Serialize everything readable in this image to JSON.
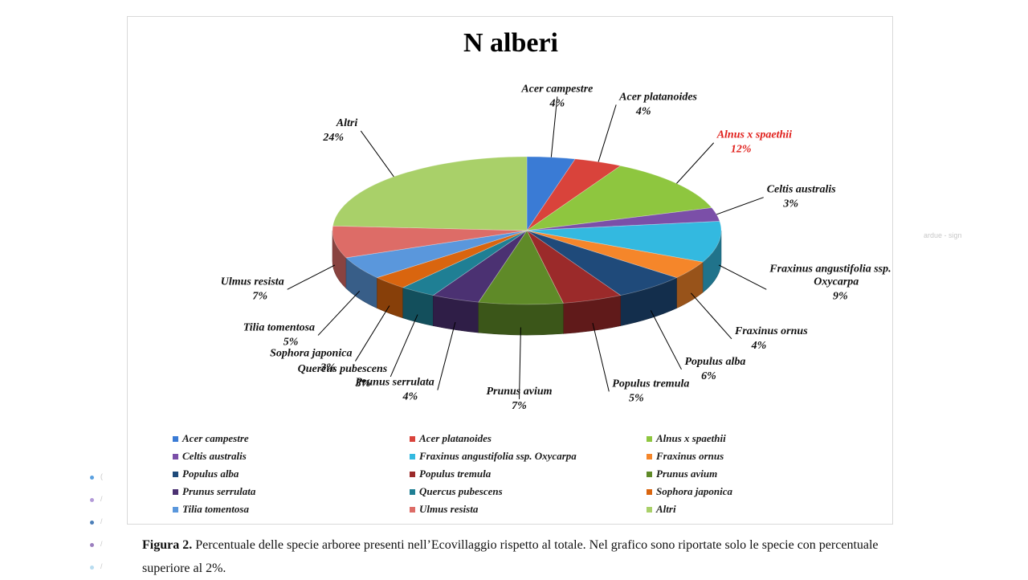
{
  "chart_data": {
    "type": "pie",
    "title": "N alberi",
    "slices": [
      {
        "label": "Acer campestre",
        "pct_label": "4%",
        "value": 4,
        "color": "#3a7bd5"
      },
      {
        "label": "Acer platanoides",
        "pct_label": "4%",
        "value": 4,
        "color": "#d9433b"
      },
      {
        "label": "Alnus x spaethii",
        "pct_label": "12%",
        "value": 12,
        "color": "#8ec63f",
        "label_color": "#e0201c"
      },
      {
        "label": "Celtis australis",
        "pct_label": "3%",
        "value": 3,
        "color": "#7b4fa8"
      },
      {
        "label": "Fraxinus angustifolia ssp. Oxycarpa",
        "pct_label": "9%",
        "value": 9,
        "color": "#33b9e0"
      },
      {
        "label": "Fraxinus ornus",
        "pct_label": "4%",
        "value": 4,
        "color": "#f5862a"
      },
      {
        "label": "Populus alba",
        "pct_label": "6%",
        "value": 6,
        "color": "#1f4a7a"
      },
      {
        "label": "Populus tremula",
        "pct_label": "5%",
        "value": 5,
        "color": "#9b2a2a"
      },
      {
        "label": "Prunus avium",
        "pct_label": "7%",
        "value": 7,
        "color": "#5f8a28"
      },
      {
        "label": "Prunus serrulata",
        "pct_label": "4%",
        "value": 4,
        "color": "#4b3172"
      },
      {
        "label": "Quercus pubescens",
        "pct_label": "3%",
        "value": 3,
        "color": "#1f7f94"
      },
      {
        "label": "Sophora japonica",
        "pct_label": "3%",
        "value": 3,
        "color": "#d9650f"
      },
      {
        "label": "Tilia tomentosa",
        "pct_label": "5%",
        "value": 5,
        "color": "#5a97dc"
      },
      {
        "label": "Ulmus resista",
        "pct_label": "7%",
        "value": 7,
        "color": "#dd6c67"
      },
      {
        "label": "Altri",
        "pct_label": "24%",
        "value": 24,
        "color": "#a9d069"
      }
    ],
    "legend_position": "bottom",
    "data_labels": "category name and percentage"
  },
  "legend": {
    "items": [
      {
        "label": "Acer campestre",
        "color": "#3a7bd5"
      },
      {
        "label": "Acer platanoides",
        "color": "#d9433b"
      },
      {
        "label": "Alnus x spaethii",
        "color": "#8ec63f"
      },
      {
        "label": "Celtis australis",
        "color": "#7b4fa8"
      },
      {
        "label": "Fraxinus angustifolia ssp. Oxycarpa",
        "color": "#33b9e0"
      },
      {
        "label": "Fraxinus ornus",
        "color": "#f5862a"
      },
      {
        "label": "Populus alba",
        "color": "#1f4a7a"
      },
      {
        "label": "Populus tremula",
        "color": "#9b2a2a"
      },
      {
        "label": "Prunus avium",
        "color": "#5f8a28"
      },
      {
        "label": "Prunus serrulata",
        "color": "#4b3172"
      },
      {
        "label": "Quercus pubescens",
        "color": "#1f7f94"
      },
      {
        "label": "Sophora japonica",
        "color": "#d9650f"
      },
      {
        "label": "Tilia tomentosa",
        "color": "#5a97dc"
      },
      {
        "label": "Ulmus resista",
        "color": "#dd6c67"
      },
      {
        "label": "Altri",
        "color": "#a9d069"
      }
    ]
  },
  "caption": {
    "label": "Figura 2.",
    "text": "Percentuale delle specie arboree presenti nell’Ecovillaggio rispetto al totale. Nel grafico sono riportate solo le specie con percentuale superiore al 2%."
  },
  "ghost": {
    "right_text": "ardue - sign",
    "bullet_colors": [
      "#5aa0e0",
      "#b39ad8",
      "#4c7fb8",
      "#9b7fbf",
      "#b8dcf0"
    ],
    "bullet_marks": [
      "(",
      "/",
      "/",
      "/",
      "/"
    ]
  }
}
